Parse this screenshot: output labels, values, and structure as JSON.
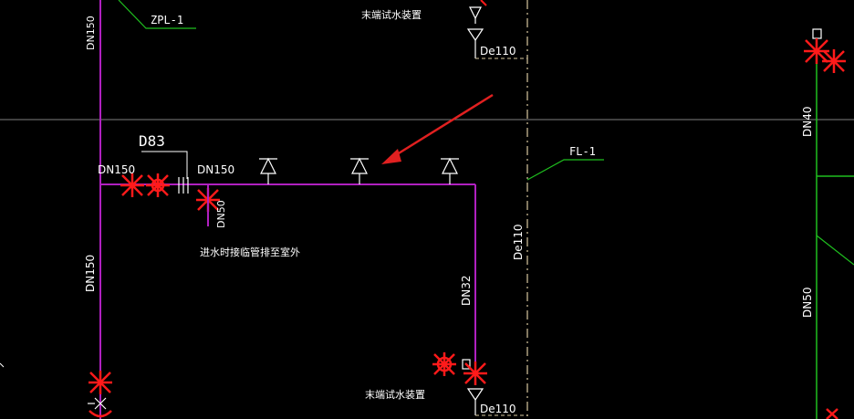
{
  "colors": {
    "background": "#000000",
    "pipe_purple": "#b020c0",
    "leader_green": "#1fbf1f",
    "text_white": "#ffffff",
    "valve_red": "#ff1a1a",
    "arrow_red": "#e02020",
    "dash_tan": "#d8c8a0",
    "crosshair_gray": "#808080"
  },
  "labels": {
    "zpl1": "ZPL-1",
    "fl1": "FL-1",
    "d83": "D83",
    "dn150_top_vertical": "DN150",
    "dn150_left_branch": "DN150",
    "dn150_right_branch": "DN150",
    "dn150_lower_vertical": "DN150",
    "dn50_branch": "DN50",
    "dn32_riser": "DN32",
    "de110_top": "De110",
    "de110_vertical": "De110",
    "de110_bottom": "De110",
    "dn40_right": "DN40",
    "dn50_right": "DN50",
    "end_test_top": "末端试水装置",
    "end_test_bottom": "末端试水装置",
    "inlet_note": "进水时接临管排至室外"
  }
}
